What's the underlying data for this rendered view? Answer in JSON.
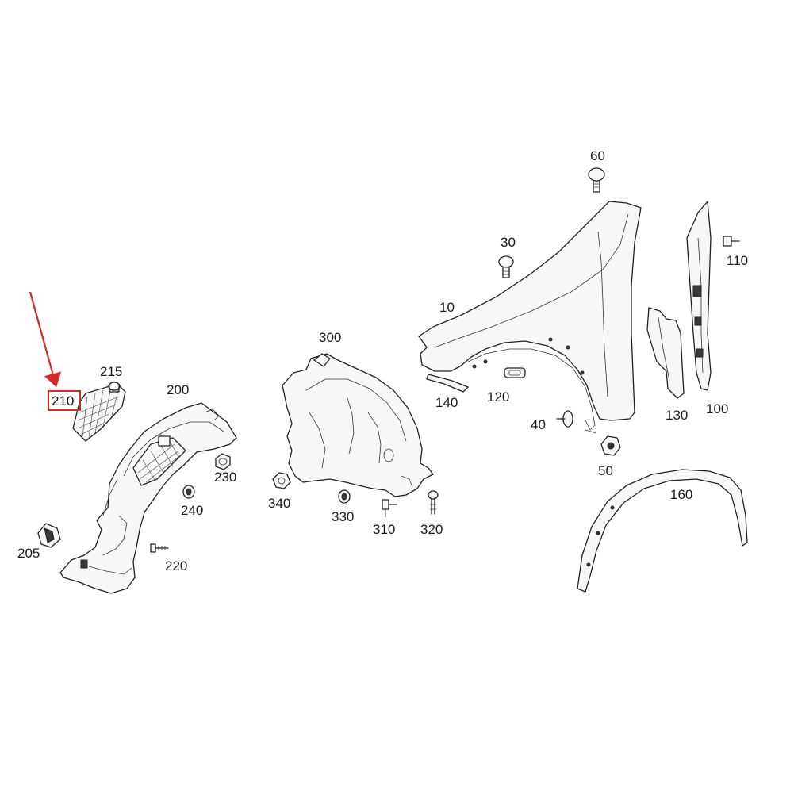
{
  "highlight_color": "#d42a2a",
  "callouts": {
    "p10": "10",
    "p30": "30",
    "p40": "40",
    "p50": "50",
    "p60": "60",
    "p100": "100",
    "p110": "110",
    "p120": "120",
    "p130": "130",
    "p140": "140",
    "p160": "160",
    "p200": "200",
    "p205": "205",
    "p210": "210",
    "p215": "215",
    "p220": "220",
    "p230": "230",
    "p240": "240",
    "p300": "300",
    "p310": "310",
    "p320": "320",
    "p330": "330",
    "p340": "340"
  }
}
